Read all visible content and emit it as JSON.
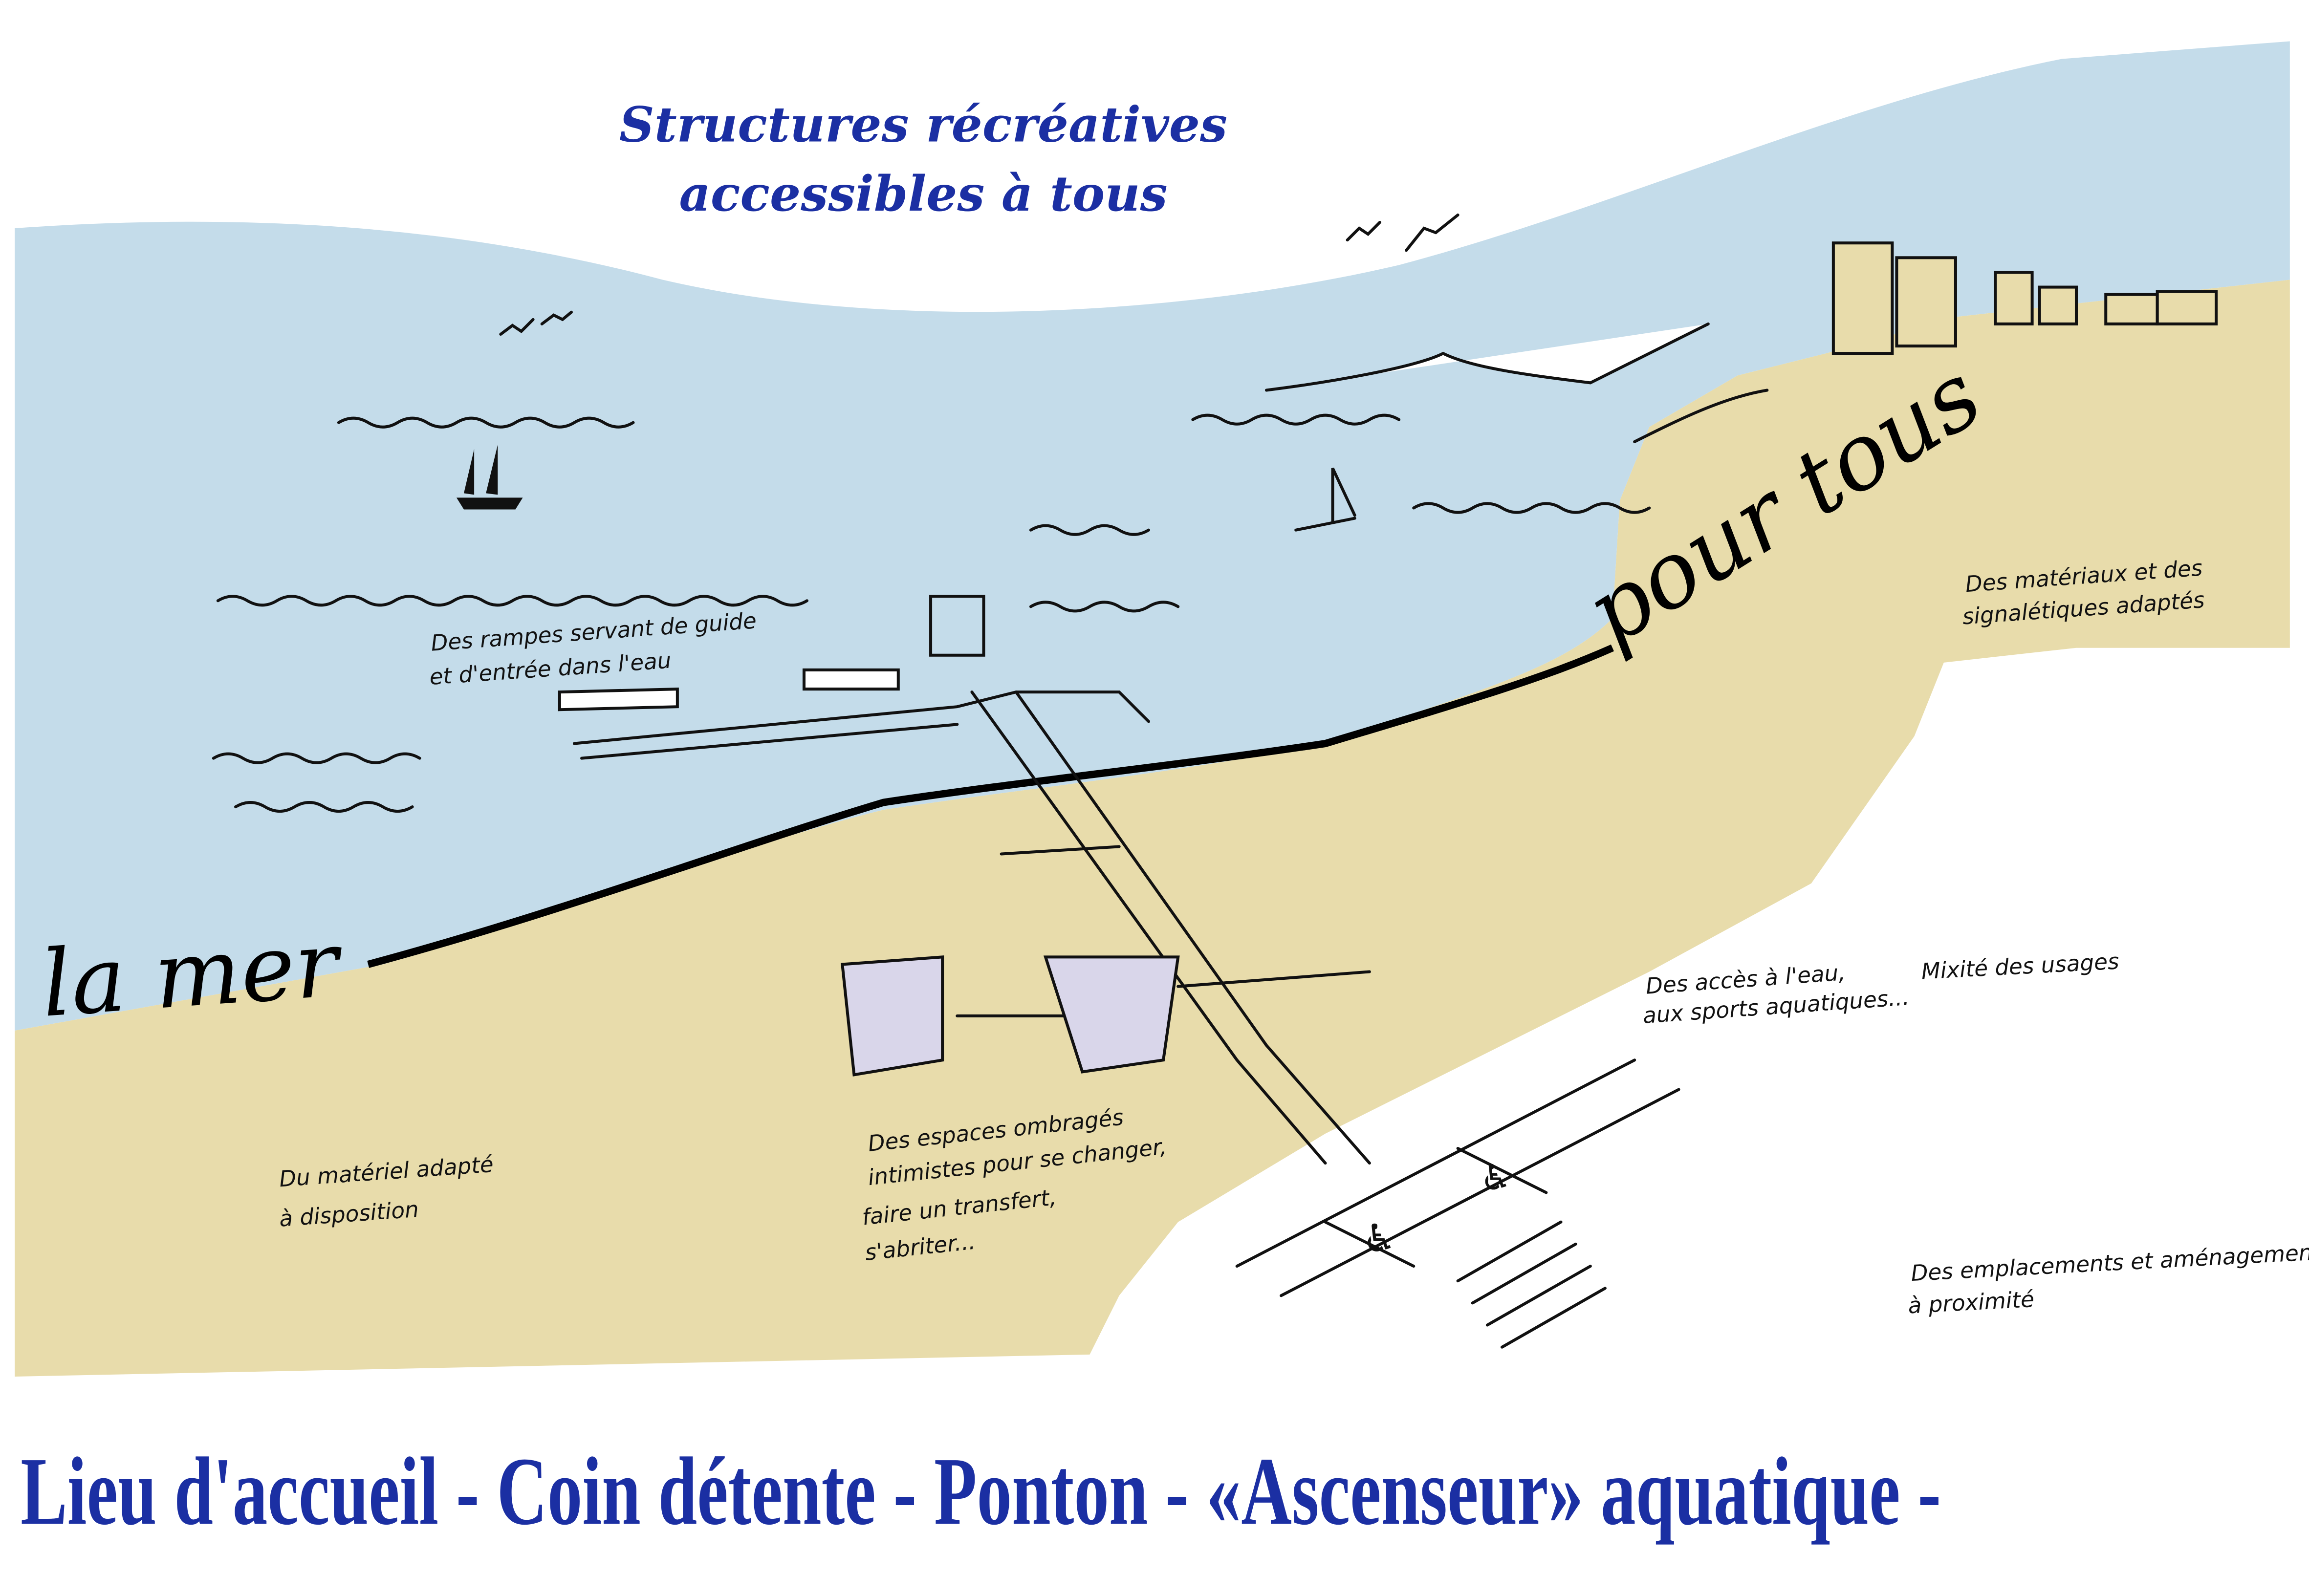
{
  "title": {
    "line1": "Structures récréatives",
    "line2": "accessibles à tous"
  },
  "bottom_banner": "Lieu d'accueil - Coin détente - Ponton - «Ascenseur» aquatique -",
  "slogan": {
    "part1": "la mer",
    "part2": "pour tous"
  },
  "annotations": {
    "rampes": [
      "Des rampes servant de guide",
      "et d'entrée dans l'eau"
    ],
    "materiaux": [
      "Des matériaux et des",
      "signalétiques adaptés"
    ],
    "acces": [
      "Des accès à l'eau,",
      "aux sports aquatiques..."
    ],
    "mixite": "Mixité des usages",
    "materiel": [
      "Du matériel adapté",
      "à disposition"
    ],
    "espaces": [
      "Des espaces ombragés",
      "intimistes pour se changer,",
      "faire un transfert,",
      "s'abriter..."
    ],
    "emplacements": [
      "Des emplacements et aménagements",
      "à proximité"
    ]
  },
  "colors": {
    "water": "#c4dcea",
    "sand": "#e8dcab",
    "title": "#1b2fa3",
    "ink": "#111111"
  }
}
